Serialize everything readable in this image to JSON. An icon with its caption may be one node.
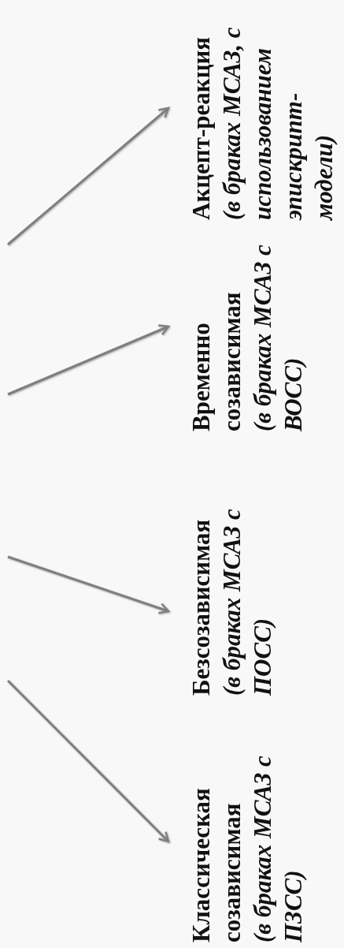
{
  "diagram": {
    "nodes": [
      {
        "text": [
          "Классическая созависимая",
          "(в браках МСАЗ с ПЗСС)"
        ]
      },
      {
        "text": [
          "Безсозависимая",
          "(в браках МСАЗ с ПОСС)"
        ]
      },
      {
        "text": [
          "Временно созависимая",
          "(в браках МСАЗ с ВОСС)"
        ]
      },
      {
        "text": [
          "Акцепт-реакция",
          "(в браках МСАЗ, с использованием эпискрипт-модели)"
        ]
      }
    ],
    "edges": [
      {
        "from": null,
        "to": 0,
        "arrow": "to"
      },
      {
        "from": null,
        "to": 1,
        "arrow": "to"
      },
      {
        "from": null,
        "to": 2,
        "arrow": "to"
      },
      {
        "from": null,
        "to": 3,
        "arrow": "to"
      }
    ]
  }
}
